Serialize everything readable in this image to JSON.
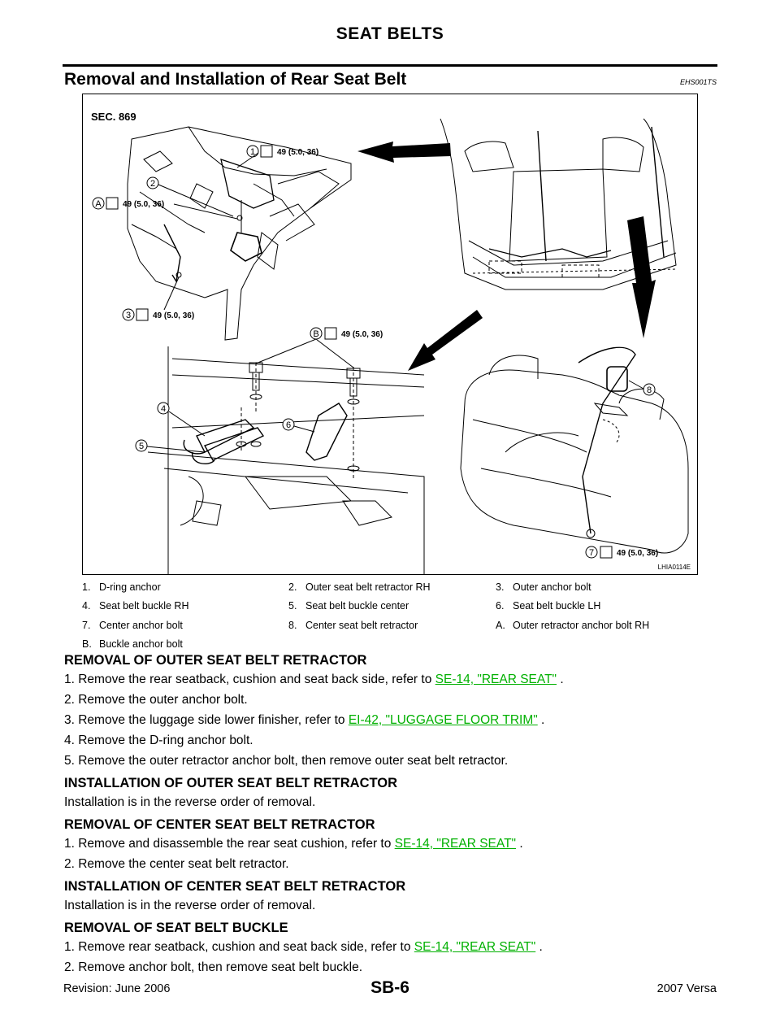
{
  "header": {
    "title": "SEAT BELTS"
  },
  "section": {
    "title": "Removal and Installation of Rear Seat Belt",
    "code": "EHS001TS"
  },
  "figure": {
    "sec_label": "SEC. 869",
    "image_code": "LHIA0114E",
    "callouts": {
      "c1": {
        "id": "1",
        "torque": "49 (5.0, 36)"
      },
      "c2": {
        "id": "2"
      },
      "cA": {
        "id": "A",
        "torque": "49 (5.0, 36)"
      },
      "c3": {
        "id": "3",
        "torque": "49 (5.0, 36)"
      },
      "cB": {
        "id": "B",
        "torque": "49 (5.0, 36)"
      },
      "c4": {
        "id": "4"
      },
      "c5": {
        "id": "5"
      },
      "c6": {
        "id": "6"
      },
      "c7": {
        "id": "7",
        "torque": "49 (5.0, 36)"
      },
      "c8": {
        "id": "8"
      }
    }
  },
  "legend": [
    [
      {
        "num": "1.",
        "text": "D-ring anchor"
      },
      {
        "num": "2.",
        "text": "Outer seat belt retractor RH"
      },
      {
        "num": "3.",
        "text": "Outer anchor bolt"
      }
    ],
    [
      {
        "num": "4.",
        "text": "Seat belt buckle RH"
      },
      {
        "num": "5.",
        "text": "Seat belt buckle center"
      },
      {
        "num": "6.",
        "text": "Seat belt buckle LH"
      }
    ],
    [
      {
        "num": "7.",
        "text": "Center anchor bolt"
      },
      {
        "num": "8.",
        "text": "Center seat belt retractor"
      },
      {
        "num": "A.",
        "text": "Outer retractor anchor bolt RH"
      }
    ],
    [
      {
        "num": "B.",
        "text": "Buckle anchor bolt"
      },
      {
        "num": "",
        "text": ""
      },
      {
        "num": "",
        "text": ""
      }
    ]
  ],
  "sections": {
    "s1": {
      "heading": "REMOVAL OF OUTER SEAT BELT RETRACTOR",
      "steps": {
        "a": {
          "pre": "1.  Remove the rear seatback, cushion and seat back side, refer to ",
          "link": "SE-14, \"REAR SEAT\"",
          "post": " ."
        },
        "b": {
          "text": "2.  Remove the outer anchor bolt."
        },
        "c": {
          "pre": "3.  Remove the luggage side lower finisher, refer to ",
          "link": "EI-42, \"LUGGAGE FLOOR TRIM\"",
          "post": " ."
        },
        "d": {
          "text": "4.  Remove the D-ring anchor bolt."
        },
        "e": {
          "text": "5.  Remove the outer retractor anchor bolt, then remove outer seat belt retractor."
        }
      }
    },
    "s2": {
      "heading": "INSTALLATION OF OUTER SEAT BELT RETRACTOR",
      "text": "Installation is in the reverse order of removal."
    },
    "s3": {
      "heading": "REMOVAL OF CENTER SEAT BELT RETRACTOR",
      "steps": {
        "a": {
          "pre": "1.  Remove and disassemble the rear seat cushion, refer to ",
          "link": "SE-14, \"REAR SEAT\"",
          "post": " ."
        },
        "b": {
          "text": "2.  Remove the center seat belt retractor."
        }
      }
    },
    "s4": {
      "heading": "INSTALLATION OF CENTER SEAT BELT RETRACTOR",
      "text": "Installation is in the reverse order of removal."
    },
    "s5": {
      "heading": "REMOVAL OF SEAT BELT BUCKLE",
      "steps": {
        "a": {
          "pre": "1.  Remove rear seatback, cushion and seat back side, refer to ",
          "link": "SE-14, \"REAR SEAT\"",
          "post": " ."
        },
        "b": {
          "text": "2.  Remove anchor bolt, then remove seat belt buckle."
        }
      }
    }
  },
  "footer": {
    "revision": "Revision: June 2006",
    "page": "SB-6",
    "model": "2007 Versa"
  },
  "colors": {
    "link": "#00b000",
    "text": "#000000"
  }
}
